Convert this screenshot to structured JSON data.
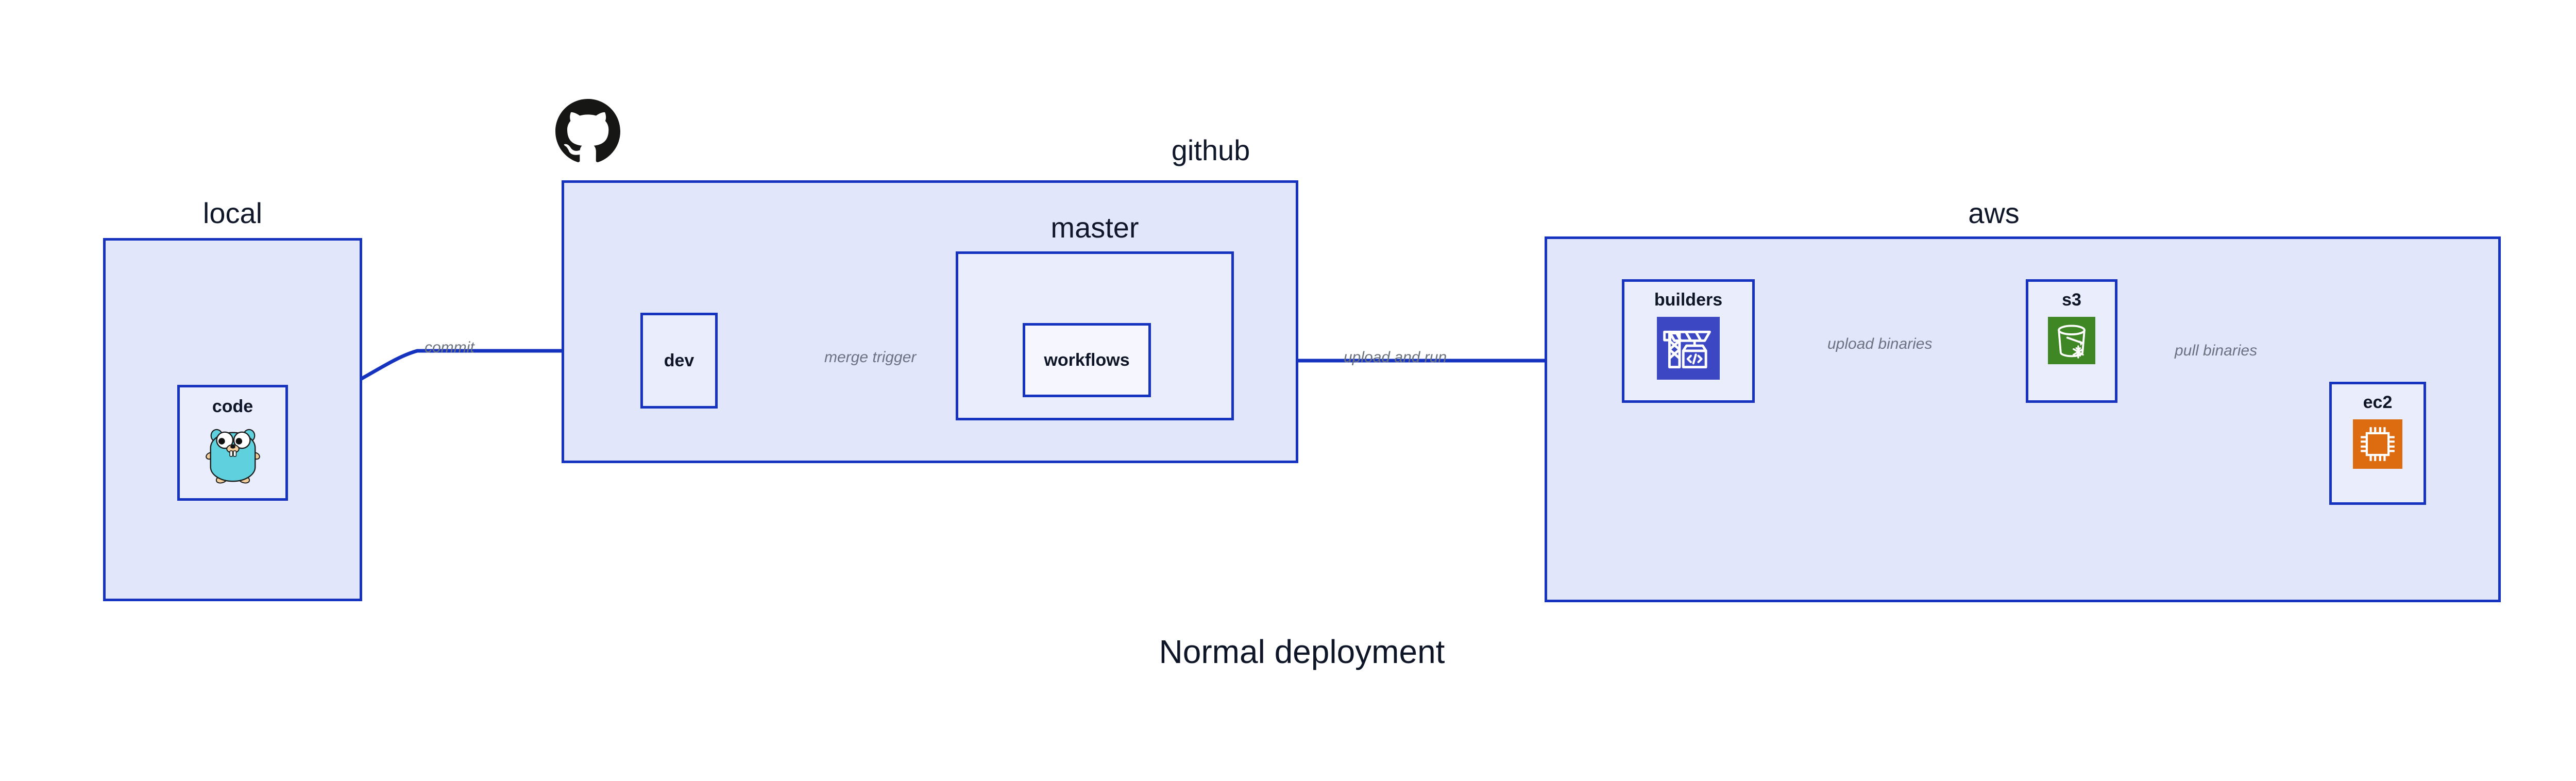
{
  "diagram": {
    "title": "Normal deployment",
    "accent_border": "#1633bf",
    "cluster_fill": "#e2e6fb",
    "node_fill": "#eaeefc",
    "edge_label_color": "#6b7280",
    "node_label_color": "#0d1526"
  },
  "clusters": [
    {
      "id": "local",
      "label": "local"
    },
    {
      "id": "github",
      "label": "github"
    },
    {
      "id": "master",
      "label": "master"
    },
    {
      "id": "aws",
      "label": "aws"
    }
  ],
  "nodes": [
    {
      "id": "code",
      "label": "code",
      "icon": "go-gopher-icon",
      "icon_color": "#5fd0de"
    },
    {
      "id": "dev",
      "label": "dev",
      "icon": "none",
      "icon_color": ""
    },
    {
      "id": "workflows",
      "label": "workflows",
      "icon": "none",
      "icon_color": ""
    },
    {
      "id": "builders",
      "label": "builders",
      "icon": "aws-codebuild-icon",
      "icon_color": "#3c47c4"
    },
    {
      "id": "s3",
      "label": "s3",
      "icon": "aws-s3-glacier-icon",
      "icon_color": "#3f8624"
    },
    {
      "id": "ec2",
      "label": "ec2",
      "icon": "aws-ec2-icon",
      "icon_color": "#dd6b10"
    }
  ],
  "edges": [
    {
      "id": "code-dev",
      "from": "code",
      "to": "dev",
      "label": "commit"
    },
    {
      "id": "dev-workflows",
      "from": "dev",
      "to": "workflows",
      "label": "merge trigger"
    },
    {
      "id": "workflows-build",
      "from": "workflows",
      "to": "builders",
      "label": "upload and run"
    },
    {
      "id": "build-s3",
      "from": "builders",
      "to": "s3",
      "label": "upload binaries"
    },
    {
      "id": "s3-ec2",
      "from": "s3",
      "to": "ec2",
      "label": "pull binaries"
    }
  ],
  "logos": [
    {
      "id": "github-mark",
      "name": "github-octocat-logo",
      "color": "#161614"
    }
  ]
}
